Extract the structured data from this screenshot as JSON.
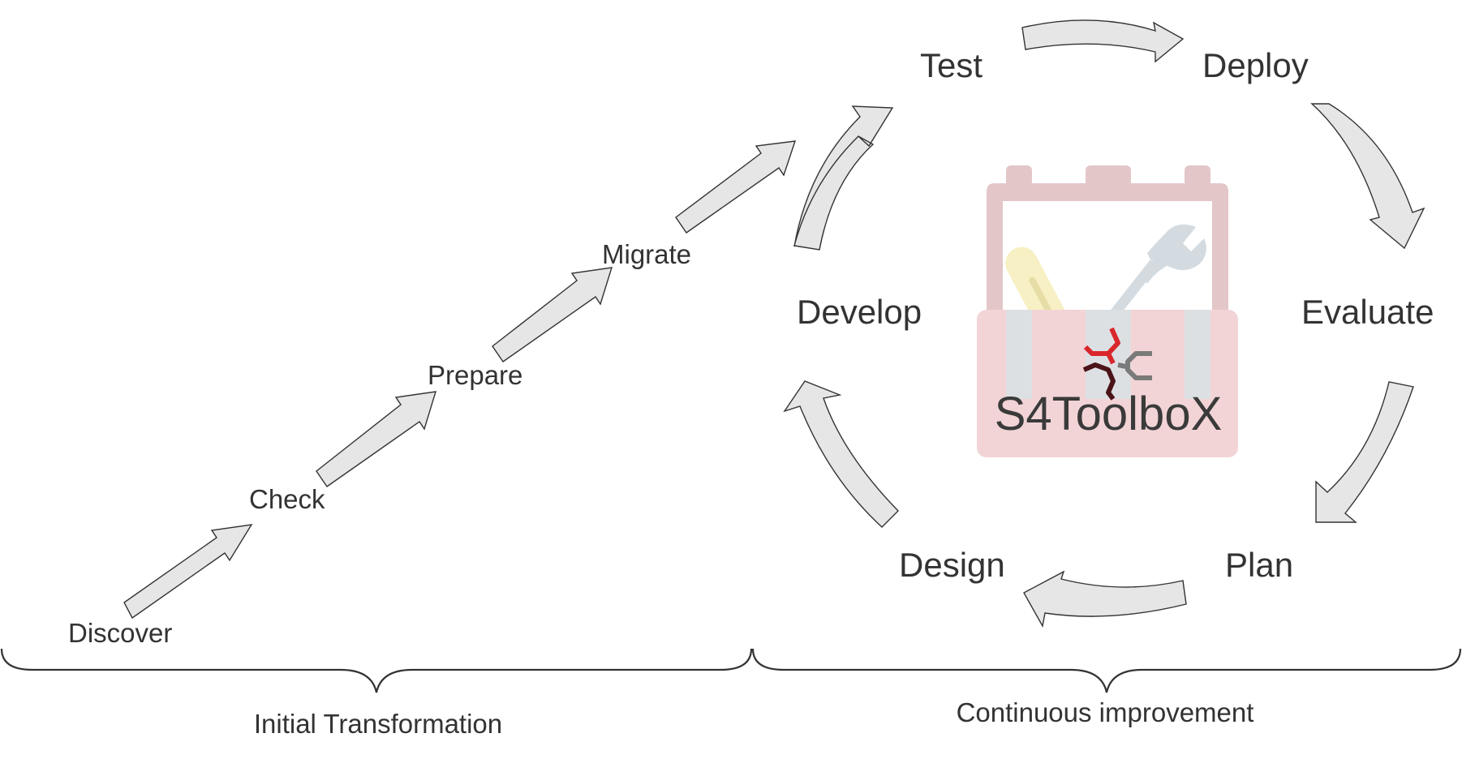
{
  "initial_steps": [
    "Discover",
    "Check",
    "Prepare",
    "Migrate"
  ],
  "cycle_steps": {
    "test": "Test",
    "deploy": "Deploy",
    "evaluate": "Evaluate",
    "plan": "Plan",
    "design": "Design",
    "develop": "Develop"
  },
  "phases": {
    "initial": "Initial Transformation",
    "continuous": "Continuous improvement"
  },
  "logo": {
    "text": "S4ToolboX",
    "colors": {
      "box": "#f2d4d6",
      "handle": "#e3c6c8",
      "wrench": "#d4dbe0",
      "screwdriver": "#f7f0c4",
      "mark_red": "#d9262c",
      "mark_dark": "#4a1418",
      "mark_grey": "#7a7a7a"
    }
  },
  "colors": {
    "arrow_fill": "#e6e6e6",
    "stroke": "#333333",
    "text": "#333333"
  }
}
